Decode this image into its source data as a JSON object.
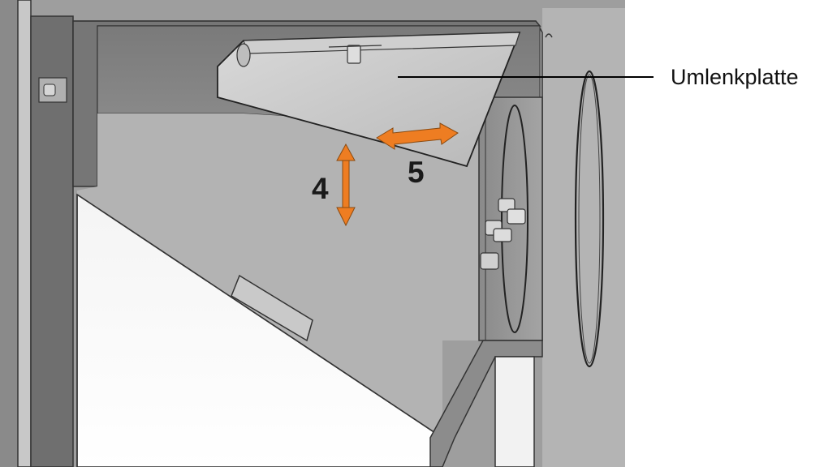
{
  "labels": {
    "deflector_plate": "Umlenkplatte",
    "arrow_4": "4",
    "arrow_5": "5"
  },
  "colors": {
    "arrow": "#ee7d22",
    "outline": "#2a2a2a",
    "steel_dark": "#6b6b6b",
    "steel_mid": "#9a9a9a",
    "steel_light": "#d6d6d6"
  },
  "icons": {
    "vertical_adjust": "double-arrow-vertical",
    "horizontal_adjust": "double-arrow-horizontal"
  }
}
